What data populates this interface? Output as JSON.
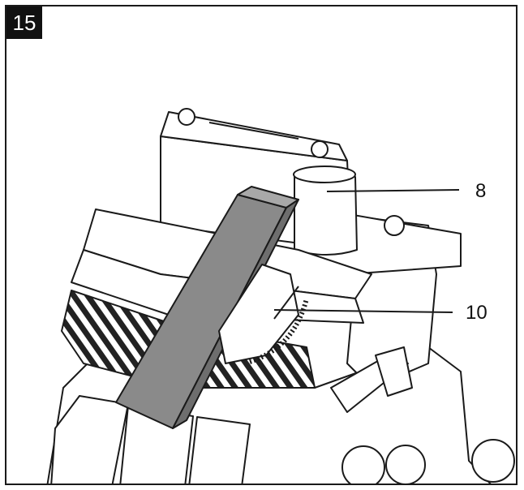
{
  "figure": {
    "number": "15",
    "callouts": [
      {
        "label": "8",
        "part": "sanding-drum"
      },
      {
        "label": "10",
        "part": "angle-guide"
      }
    ]
  },
  "colors": {
    "line": "#1a1a1a",
    "workpiece": "#8a8a8a",
    "background": "#ffffff"
  }
}
